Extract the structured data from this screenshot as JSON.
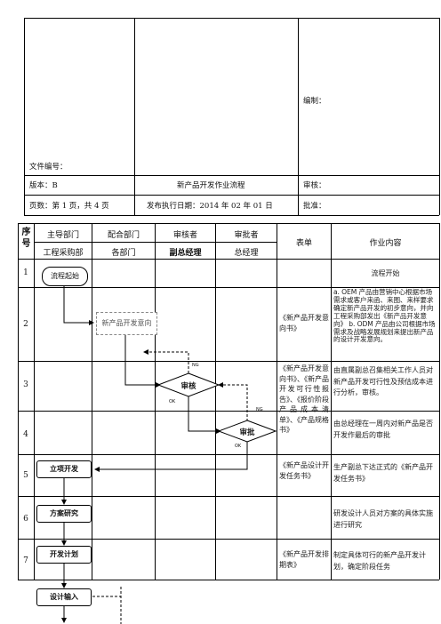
{
  "header": {
    "compiler_label": "编制：",
    "file_no_label": "文件编号：",
    "version_label": "版本：B",
    "title": "新产品开发作业流程",
    "review_label": "审核：",
    "pages_label": "页数：第 1 页，共 4 页",
    "publish_date_label": "发布执行日期：2014 年 02 年 01 日",
    "approve_label": "批准："
  },
  "table": {
    "col_headers": {
      "seq": "序号",
      "main_dept": "主导部门",
      "main_dept_sub": "工程采购部",
      "coop_dept": "配合部门",
      "coop_dept_sub": "各部门",
      "reviewer": "审核者",
      "reviewer_sub": "副总经理",
      "approver": "审批者",
      "approver_sub": "总经理",
      "form": "表单",
      "work_content": "作业内容"
    },
    "rows": [
      {
        "no": "1",
        "form": "",
        "work": "流程开始"
      },
      {
        "no": "2",
        "form": "《新产品开发意向书》",
        "work": "a. OEM 产品由营销中心根据市场需求或客户来函、来图、来样要求确定新产品开发的初步意向，并向工程采购部发出《新产品开发意向》 b. ODM 产品由公司根据市场需求及战略发展规划来提出新产品的设计开发意向。"
      },
      {
        "no": "3",
        "form": "《新产品开发意向书》、《新产品开发可行性报告》、《报价阶段产品成本清单》、《产品规格书》",
        "work": "由直属副总召集相关工作人员对新产品开发可行性及预估成本进行分析，审核。"
      },
      {
        "no": "4",
        "form": "",
        "work": "由总经理在一周内对新产品是否开发作最后的审批"
      },
      {
        "no": "5",
        "form": "《新产品设计开发任务书》",
        "work": "生产副总下达正式的《新产品开发任务书》"
      },
      {
        "no": "6",
        "form": "",
        "work": "研发设计人员对方案的具体实施进行研究"
      },
      {
        "no": "7",
        "form": "《新产品开发排期表》",
        "work": "制定具体可行的新产品开发计划，确定阶段任务"
      }
    ]
  },
  "flow": {
    "start": "流程起始",
    "intent": "新产品开发意向",
    "review": "审核",
    "approve": "审批",
    "ng": "NG",
    "ok": "OK",
    "project_setup": "立项开发",
    "research": "方案研究",
    "plan": "开发计划",
    "design_input": "设计输入"
  }
}
